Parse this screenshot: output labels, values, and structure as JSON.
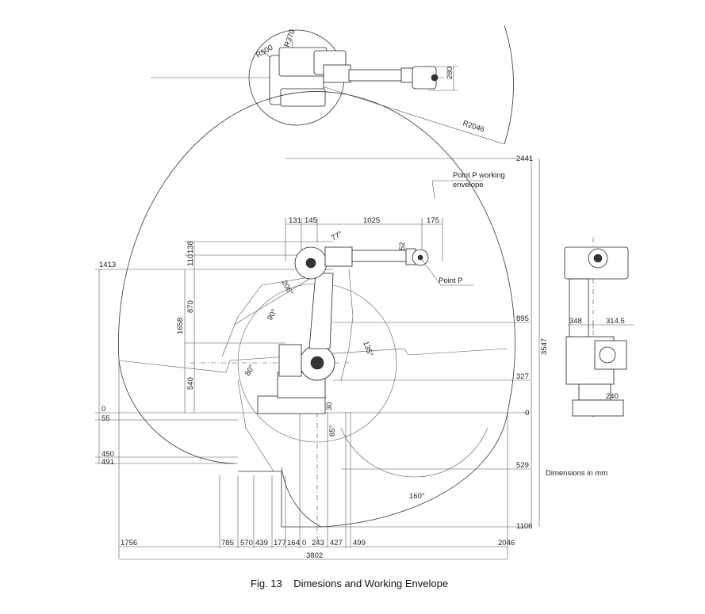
{
  "figure": {
    "caption": "Fig. 13    Dimesions and Working Envelope",
    "units_note": "Dimensions in mm",
    "point_p": "Point P",
    "envelope_label_1": "Point P working",
    "envelope_label_2": "envelope"
  },
  "top_view": {
    "r500": "R500",
    "r370": "R370",
    "r2046": "R2046",
    "d280": "280"
  },
  "side_view": {
    "top_dims": [
      "131",
      "145",
      "1025",
      "175"
    ],
    "d52": "52",
    "left_dims": [
      "110",
      "138",
      "870",
      "1658",
      "540"
    ],
    "right_levels": [
      "2441",
      "895",
      "327",
      "0",
      "529",
      "1106"
    ],
    "left_levels": [
      "1413",
      "0",
      "55",
      "450",
      "491"
    ],
    "vert_right": "3547",
    "angles": [
      "77°",
      "206°",
      "90°",
      "135°",
      "80°",
      "65°",
      "160°"
    ],
    "d30": "30",
    "bottom_dims": [
      "1756",
      "785",
      "570",
      "439",
      "177",
      "164",
      "0",
      "243",
      "427",
      "499",
      "2046"
    ],
    "total_width": "3802"
  },
  "front_view": {
    "d348": "348",
    "d314_5": "314.5",
    "d240": "240"
  }
}
